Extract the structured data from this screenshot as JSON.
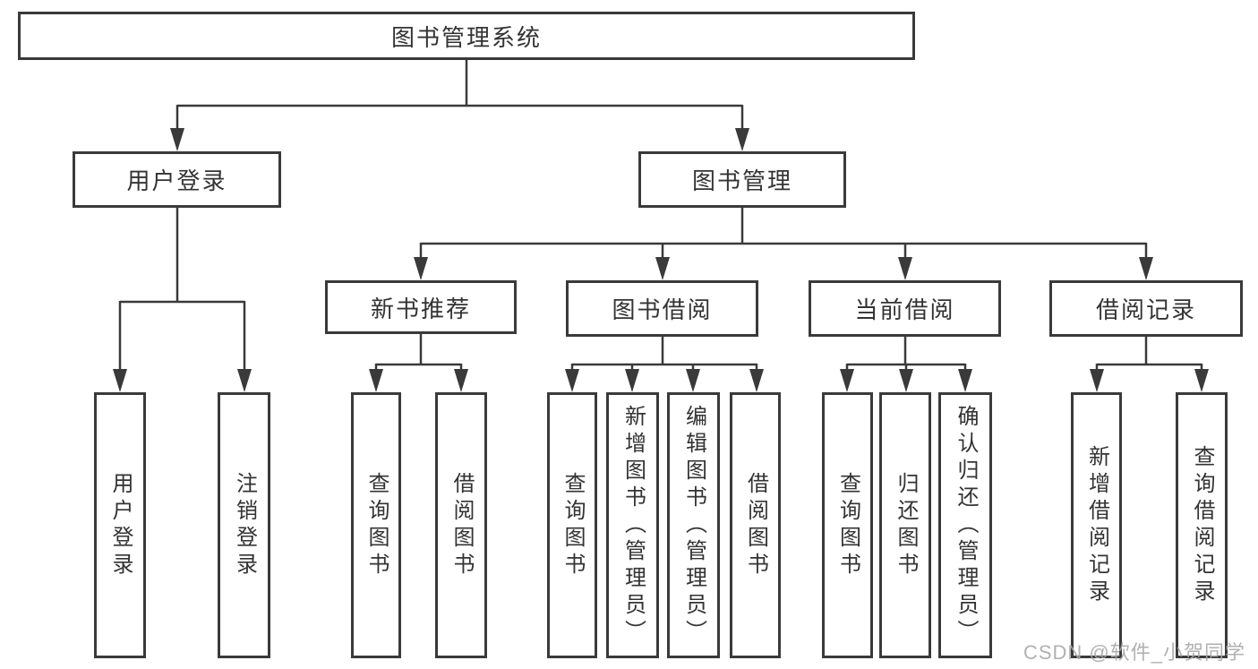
{
  "title": "图书管理系统",
  "watermark": "CSDN @软件_小贺同学",
  "colors": {
    "line": "#3a3a3a",
    "text": "#333333",
    "box_fill": "#ffffff",
    "background": "#ffffff",
    "watermark": "#a8a8a8"
  },
  "tree": {
    "label": "图书管理系统",
    "children": [
      {
        "label": "用户登录",
        "children": [
          {
            "label": "用户登录"
          },
          {
            "label": "注销登录"
          }
        ]
      },
      {
        "label": "图书管理",
        "children": [
          {
            "label": "新书推荐",
            "children": [
              {
                "label": "查询图书"
              },
              {
                "label": "借阅图书"
              }
            ]
          },
          {
            "label": "图书借阅",
            "children": [
              {
                "label": "查询图书"
              },
              {
                "label": "新增图书（管理员）"
              },
              {
                "label": "编辑图书（管理员）"
              },
              {
                "label": "借阅图书"
              }
            ]
          },
          {
            "label": "当前借阅",
            "children": [
              {
                "label": "查询图书"
              },
              {
                "label": "归还图书"
              },
              {
                "label": "确认归还（管理员）"
              }
            ]
          },
          {
            "label": "借阅记录",
            "children": [
              {
                "label": "新增借阅记录"
              },
              {
                "label": "查询借阅记录"
              }
            ]
          }
        ]
      }
    ]
  }
}
